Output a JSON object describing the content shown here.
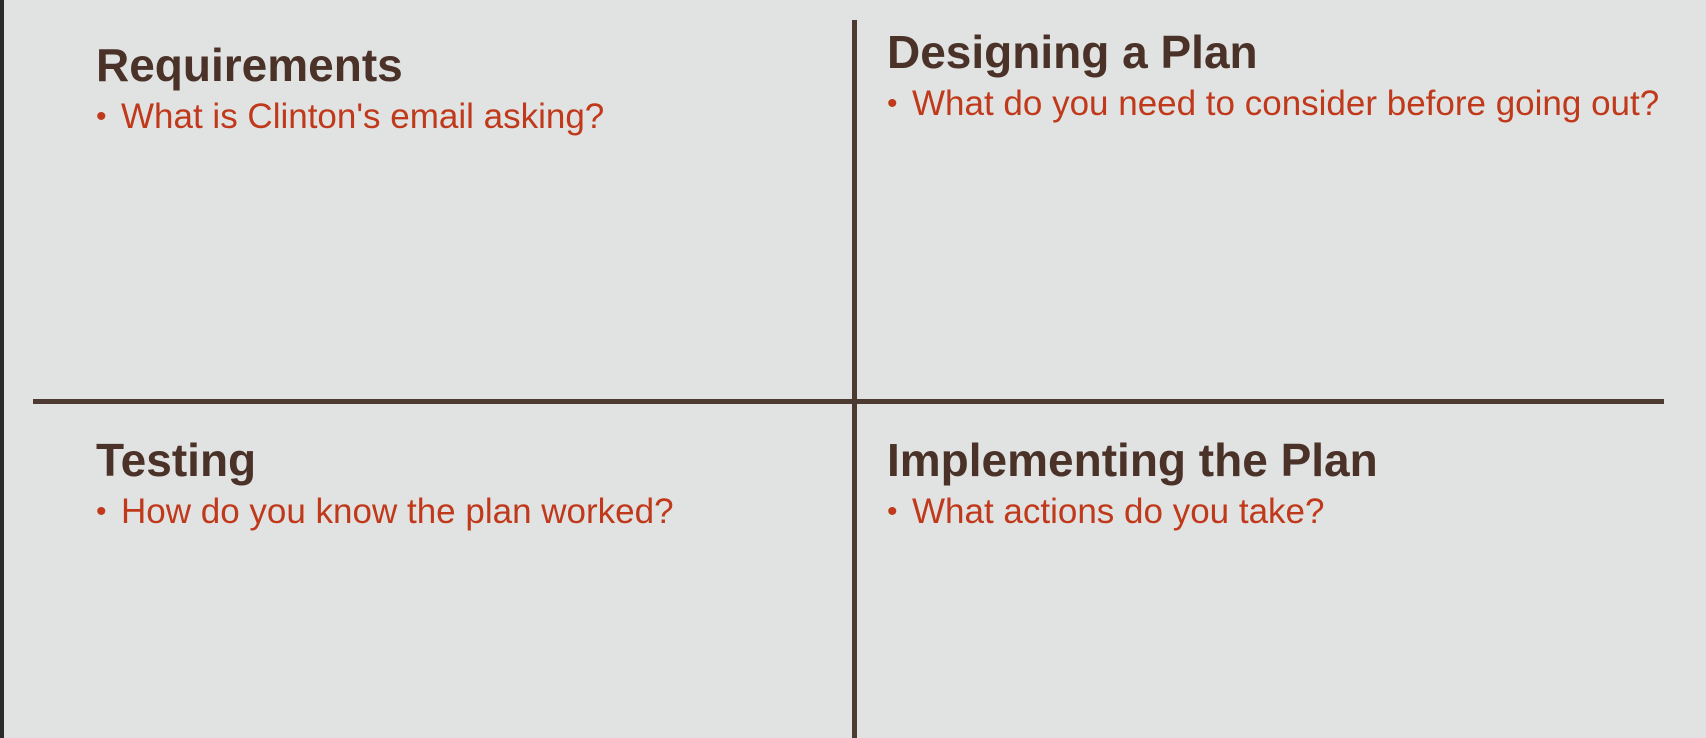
{
  "quadrants": [
    {
      "heading": "Requirements",
      "bullet": "What is Clinton's email asking?"
    },
    {
      "heading": "Designing a Plan",
      "bullet": "What do you need to consider before going out?"
    },
    {
      "heading": "Testing",
      "bullet": "How do you know the plan worked?"
    },
    {
      "heading": "Implementing the Plan",
      "bullet": "What actions do you take?"
    }
  ],
  "colors": {
    "background": "#e1e2e2",
    "heading": "#4a3228",
    "bullet_text": "#c0391b",
    "divider": "#4d3a31"
  }
}
